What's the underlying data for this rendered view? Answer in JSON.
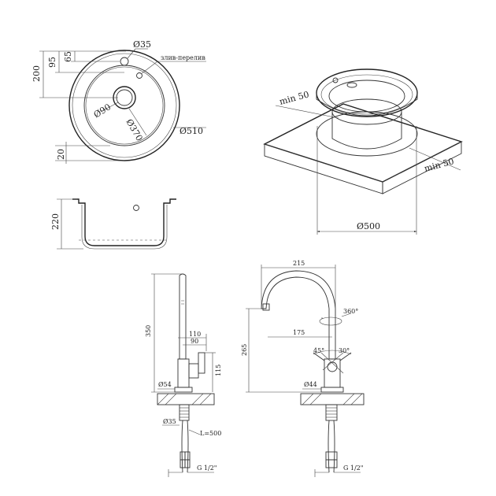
{
  "top_view": {
    "d35": "Ø35",
    "overflow_label": "злив-перелив",
    "dim_200": "200",
    "dim_95": "95",
    "dim_65": "65",
    "d90": "Ø90",
    "d370": "Ø370",
    "d510": "Ø510",
    "dim_20": "20"
  },
  "section_view": {
    "dim_220": "220"
  },
  "iso_view": {
    "min50_a": "min 50",
    "min50_b": "min 50",
    "d500": "Ø500"
  },
  "faucet_side": {
    "h350": "350",
    "w110": "110",
    "w90": "90",
    "h115": "115",
    "d54": "Ø54",
    "d35": "Ø35",
    "hose_len": "L=500",
    "thread": "G 1/2\""
  },
  "faucet_front": {
    "w215": "215",
    "rot360": "360°",
    "reach175": "175",
    "h265": "265",
    "ang45": "45°",
    "ang30": "30°",
    "d44": "Ø44",
    "thread": "G 1/2\""
  }
}
